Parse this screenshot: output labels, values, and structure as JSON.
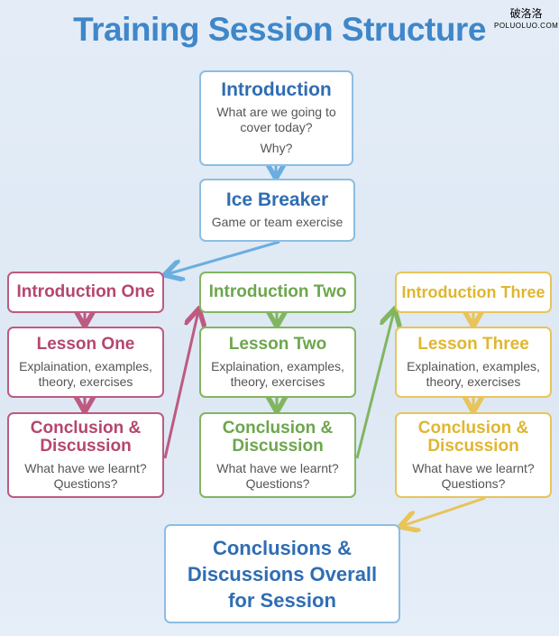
{
  "title": "Training Session Structure",
  "watermark": {
    "chinese": "破洛洛",
    "site": "POLUOLUO.COM"
  },
  "colors": {
    "blue": "#2f6db3",
    "pink": "#b5466f",
    "green": "#6da64d",
    "yellow": "#e0b630"
  },
  "intro": {
    "title": "Introduction",
    "desc1": "What are we going to cover today?",
    "desc2": "Why?"
  },
  "ice": {
    "title": "Ice Breaker",
    "desc": "Game or team exercise"
  },
  "columns": [
    {
      "intro": "Introduction One",
      "lesson": "Lesson One",
      "lesson_desc": "Explaination, examples, theory, exercises",
      "conclusion": "Conclusion & Discussion",
      "conclusion_desc": "What have we learnt? Questions?"
    },
    {
      "intro": "Introduction Two",
      "lesson": "Lesson Two",
      "lesson_desc": "Explaination, examples, theory, exercises",
      "conclusion": "Conclusion & Discussion",
      "conclusion_desc": "What have we learnt? Questions?"
    },
    {
      "intro": "Introduction Three",
      "lesson": "Lesson Three",
      "lesson_desc": "Explaination, examples, theory, exercises",
      "conclusion": "Conclusion & Discussion",
      "conclusion_desc": "What have we learnt? Questions?"
    }
  ],
  "final": {
    "title": "Conclusions & Discussions Overall for Session"
  }
}
